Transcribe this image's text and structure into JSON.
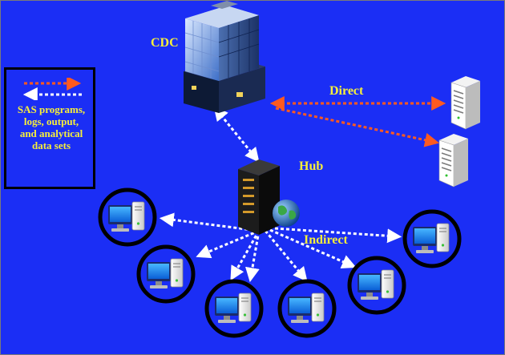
{
  "labels": {
    "cdc": "CDC",
    "hub": "Hub",
    "direct": "Direct",
    "indirect": "Indirect"
  },
  "legend": {
    "lines": [
      "SAS programs,",
      "logs, output,",
      "and analytical",
      "data sets"
    ]
  },
  "icons": {
    "cdc_node": "office-building-icon",
    "hub_node": "server-rack-icon",
    "globe": "globe-icon",
    "direct_servers": "server-tower-icon",
    "client_computers": "desktop-computer-icon"
  },
  "colors": {
    "background": "#1b2ef5",
    "label_text": "#f7ef3a",
    "direct_arrow": "#ff5a1f",
    "indirect_arrow": "#ffffff"
  }
}
